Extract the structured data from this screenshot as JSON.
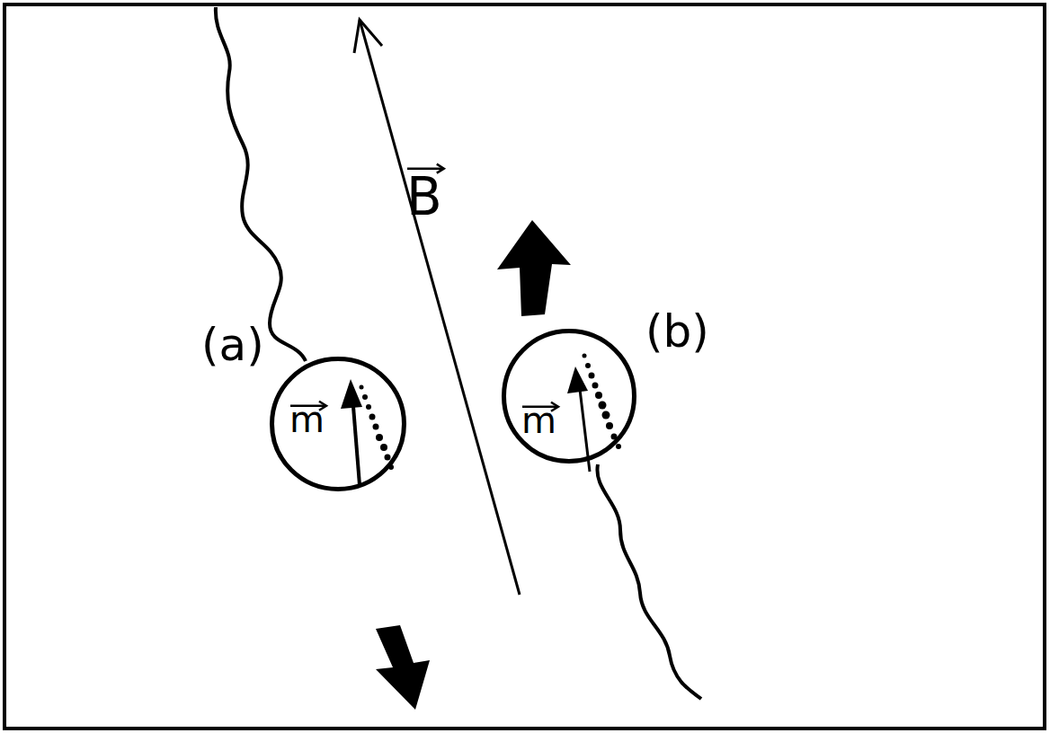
{
  "diagram": {
    "nodes": [
      {
        "text": [
          "(a)",
          "m"
        ]
      },
      {
        "text": [
          "(b)",
          "m"
        ]
      }
    ],
    "labels": [
      "B"
    ]
  }
}
